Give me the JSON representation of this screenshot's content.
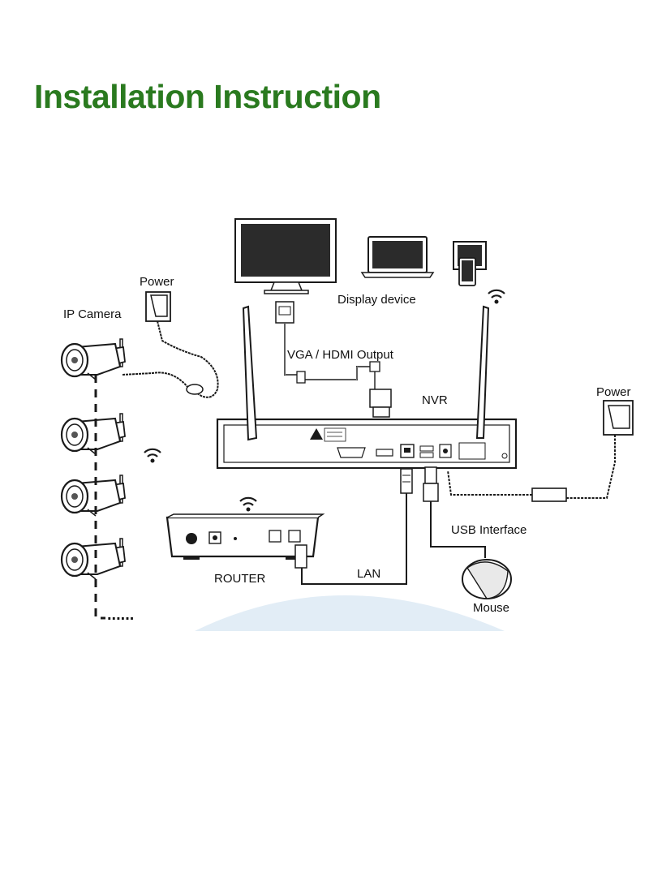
{
  "title": "Installation Instruction",
  "colors": {
    "title": "#2a7a1f",
    "line": "#1a1a1a",
    "screen": "#2b2b2b",
    "ground": "#e2edf6"
  },
  "labels": {
    "ip_camera": "IP Camera",
    "power_camera": "Power",
    "display_device": "Display device",
    "vga_hdmi": "VGA / HDMI Output",
    "nvr": "NVR",
    "power_nvr": "Power",
    "usb_interface": "USB Interface",
    "router": "ROUTER",
    "lan": "LAN",
    "mouse": "Mouse",
    "more": "......"
  },
  "icons": {
    "wifi": "wifi-icon",
    "camera": "bullet-camera-icon",
    "adapter": "power-adapter-icon",
    "monitor": "monitor-icon",
    "laptop": "laptop-icon",
    "tablet": "tablet-icon"
  }
}
